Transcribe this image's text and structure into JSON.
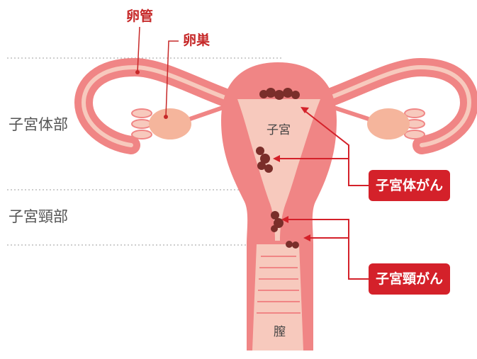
{
  "labels": {
    "fallopian_tube": "卵管",
    "ovary": "卵巣",
    "uterine_body": "子宮体部",
    "cervix": "子宮頸部",
    "uterus": "子宮",
    "vagina": "膣"
  },
  "callouts": {
    "endometrial_cancer": "子宮体がん",
    "cervical_cancer": "子宮頸がん"
  },
  "colors": {
    "tissue_outer": "#f08585",
    "tissue_inner": "#f7c9bd",
    "ovary": "#f5b59c",
    "tumor": "#7a2e2a",
    "accent_red": "#d4212a",
    "guide_line": "#b0b0b0"
  }
}
